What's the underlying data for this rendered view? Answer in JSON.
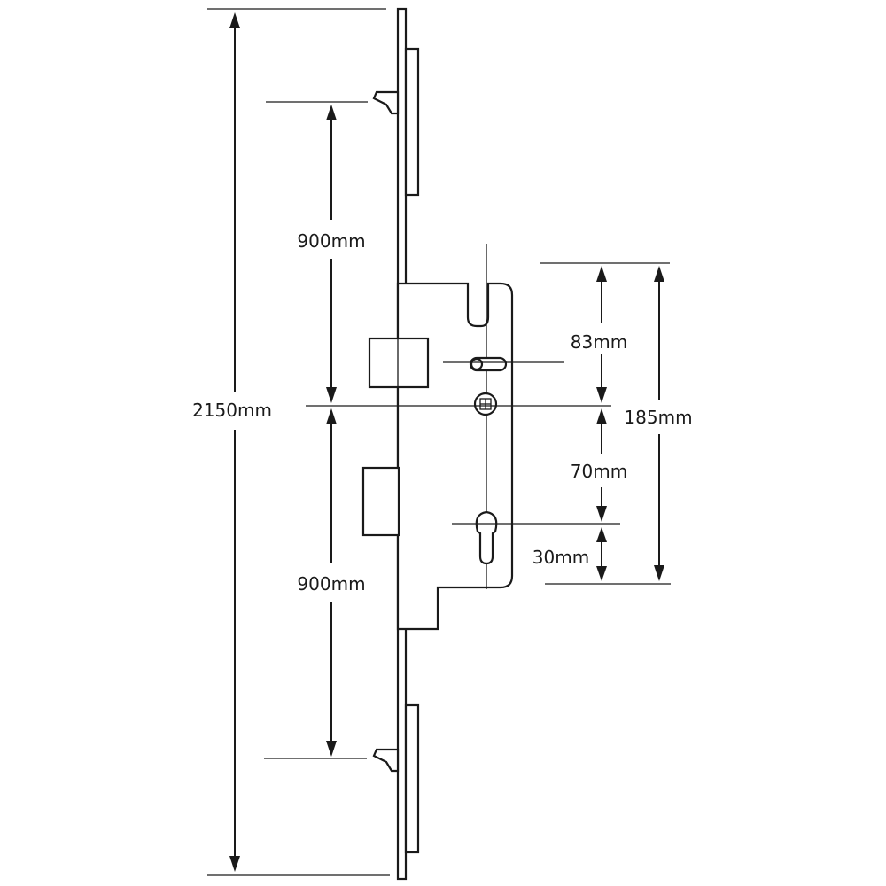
{
  "diagram": {
    "dimensions": {
      "overall_height": "2150mm",
      "upper_hook_spacing": "900mm",
      "lower_hook_spacing": "900mm",
      "handle_to_top": "83mm",
      "handle_to_cylinder": "70mm",
      "cylinder_to_bottom": "30mm",
      "gearbox_height": "185mm"
    },
    "icons": [
      "hook-bolt-icon",
      "latch-icon",
      "deadbolt-icon",
      "spindle-icon",
      "cylinder-keyhole-icon"
    ]
  }
}
